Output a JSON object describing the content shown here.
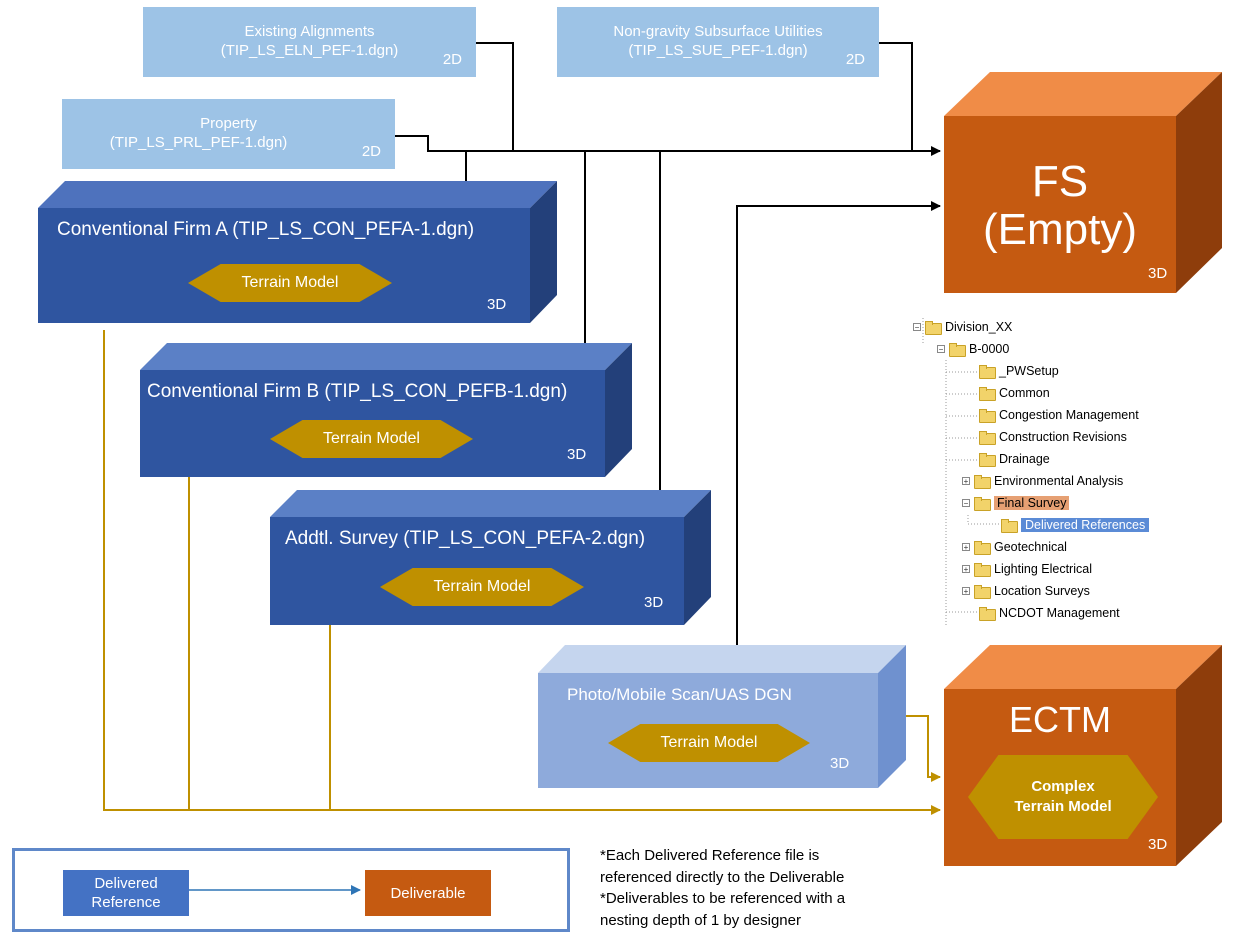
{
  "sources_2d": [
    {
      "name": "Existing Alignments",
      "file": "(TIP_LS_ELN_PEF-1.dgn)",
      "tag": "2D"
    },
    {
      "name": "Non-gravity Subsurface Utilities",
      "file": "(TIP_LS_SUE_PEF-1.dgn)",
      "tag": "2D"
    },
    {
      "name": "Property",
      "file": "(TIP_LS_PRL_PEF-1.dgn)",
      "tag": "2D"
    }
  ],
  "sources_3d": [
    {
      "title": "Conventional Firm A (TIP_LS_CON_PEFA-1.dgn)",
      "model": "Terrain Model",
      "tag": "3D"
    },
    {
      "title": "Conventional Firm B (TIP_LS_CON_PEFB-1.dgn)",
      "model": "Terrain Model",
      "tag": "3D"
    },
    {
      "title": "Addtl. Survey (TIP_LS_CON_PEFA-2.dgn)",
      "model": "Terrain Model",
      "tag": "3D"
    },
    {
      "title": "Photo/Mobile Scan/UAS DGN",
      "model": "Terrain Model",
      "tag": "3D"
    }
  ],
  "deliverables": {
    "fs": {
      "line1": "FS",
      "line2": "(Empty)",
      "tag": "3D"
    },
    "ectm": {
      "title": "ECTM",
      "model_line1": "Complex",
      "model_line2": "Terrain Model",
      "tag": "3D"
    }
  },
  "tree": {
    "root": "Division_XX",
    "project": "B-0000",
    "items": [
      "_PWSetup",
      "Common",
      "Congestion Management",
      "Construction Revisions",
      "Drainage",
      "Environmental Analysis",
      "Final Survey",
      "Delivered References",
      "Geotechnical",
      "Lighting Electrical",
      "Location Surveys",
      "NCDOT Management"
    ]
  },
  "legend": {
    "reference": "Delivered Reference",
    "deliverable": "Deliverable"
  },
  "notes": [
    "*Each Delivered Reference file is",
    "referenced directly to the Deliverable",
    "*Deliverables to be referenced with a",
    "nesting depth of 1 by designer"
  ],
  "colors": {
    "light_blue": "#9dc3e6",
    "blue": "#2f5597",
    "orange": "#c55a11",
    "gold": "#bf9000"
  }
}
